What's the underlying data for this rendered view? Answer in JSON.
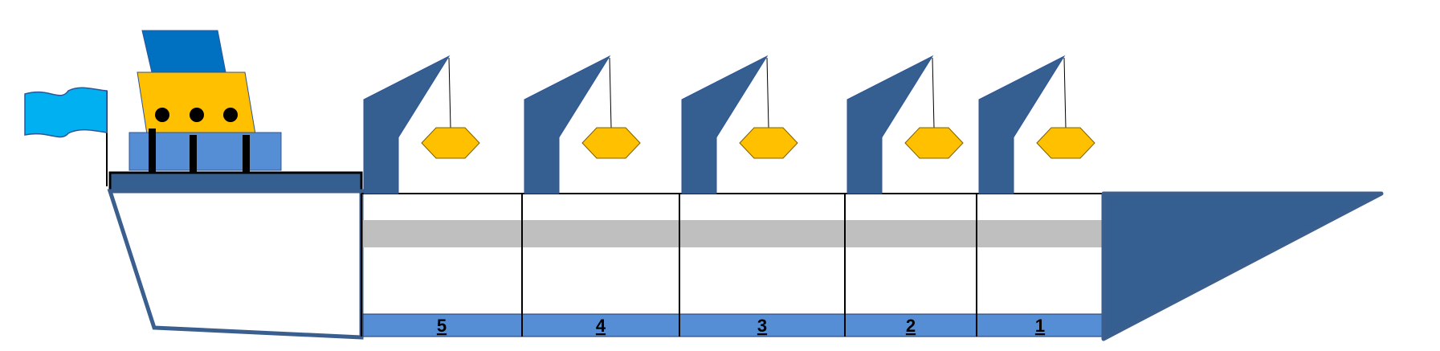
{
  "colors": {
    "hull_outline": "#3A5F8F",
    "crane": "#355F91",
    "bow": "#355F91",
    "deck_strip": "#558ED5",
    "cargo_band": "#BFBFBF",
    "cargo": "#FFC000",
    "superstructure": "#FFC000",
    "bridge_top": "#0070C0",
    "flag": "#00B0F0",
    "porthole": "#000000",
    "divider": "#000000"
  },
  "holds": [
    {
      "label": "5",
      "cargo_icon": "hexagon-cargo-icon",
      "crane_icon": "crane-icon"
    },
    {
      "label": "4",
      "cargo_icon": "hexagon-cargo-icon",
      "crane_icon": "crane-icon"
    },
    {
      "label": "3",
      "cargo_icon": "hexagon-cargo-icon",
      "crane_icon": "crane-icon"
    },
    {
      "label": "2",
      "cargo_icon": "hexagon-cargo-icon",
      "crane_icon": "crane-icon"
    },
    {
      "label": "1",
      "cargo_icon": "hexagon-cargo-icon",
      "crane_icon": "crane-icon"
    }
  ],
  "icons": {
    "flag": "flag-icon",
    "bridge": "bridge-icon",
    "bow": "bow-icon"
  }
}
